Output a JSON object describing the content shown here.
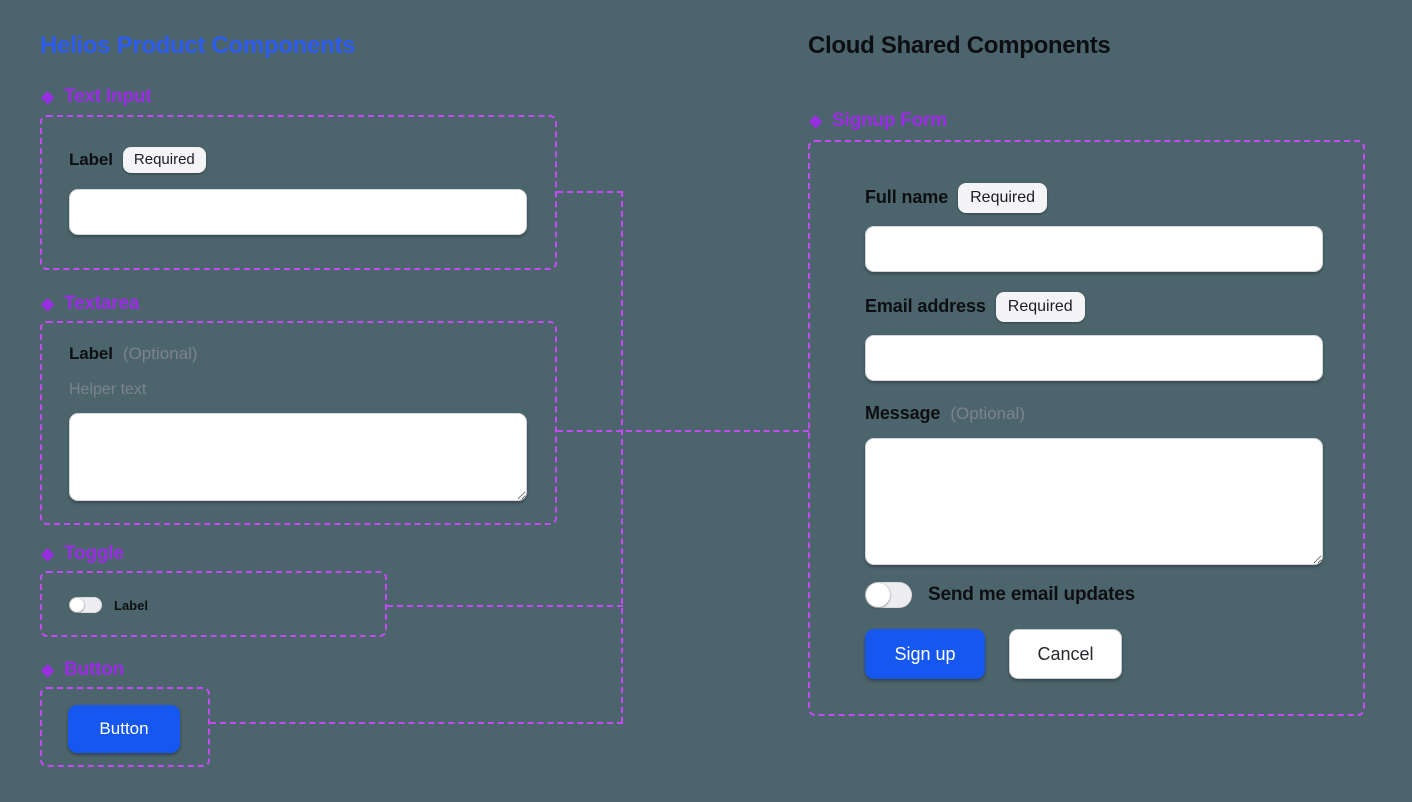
{
  "colors": {
    "background": "#4c656c",
    "left_title_blue": "#2d5bee",
    "component_purple": "#9c2be8",
    "dashed_outline_purple": "#c44af5",
    "primary_button_blue": "#1657f0",
    "label_dark": "#0d0f13",
    "muted_gray": "#7d838d"
  },
  "icons": {
    "component": "❖"
  },
  "left": {
    "title": "Helios Product Components",
    "text_input": {
      "component_label": "Text Input",
      "field_label": "Label",
      "badge": "Required",
      "value": ""
    },
    "textarea": {
      "component_label": "Textarea",
      "field_label": "Label",
      "optional_tag": "(Optional)",
      "helper_text": "Helper text",
      "value": ""
    },
    "toggle": {
      "component_label": "Toggle",
      "field_label": "Label",
      "state": "off"
    },
    "button": {
      "component_label": "Button",
      "button_text": "Button"
    }
  },
  "right": {
    "title": "Cloud Shared Components",
    "signup_form": {
      "component_label": "Signup Form",
      "full_name": {
        "label": "Full name",
        "badge": "Required",
        "value": ""
      },
      "email": {
        "label": "Email address",
        "badge": "Required",
        "value": ""
      },
      "message": {
        "label": "Message",
        "optional_tag": "(Optional)",
        "value": ""
      },
      "updates_toggle": {
        "label": "Send me email updates",
        "state": "off"
      },
      "submit_label": "Sign up",
      "cancel_label": "Cancel"
    }
  }
}
